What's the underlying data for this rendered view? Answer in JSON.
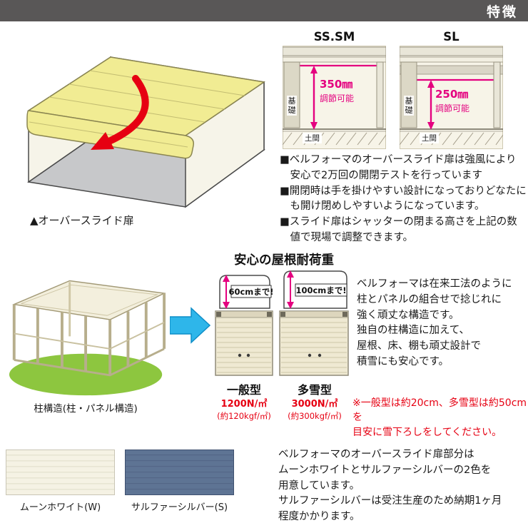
{
  "header": {
    "title": "特徴"
  },
  "palette": {
    "header_bar": "#595757",
    "magenta": "#e4007f",
    "red": "#e60012",
    "arrow_blue": "#2eb6ea",
    "door_yellow": "#f1ec93",
    "grass_green": "#8dc63f",
    "moon_white": "#f3f0e0",
    "sulfur_silver": "#5b7090"
  },
  "top_section": {
    "door_caption": "▲オーバースライド扉",
    "diagrams": [
      {
        "label": "SS.SM",
        "adjust_value": "350㎜",
        "adjust_text": "調節可能",
        "foundation_label": "基礎",
        "ground_label": "土間"
      },
      {
        "label": "SL",
        "adjust_value": "250㎜",
        "adjust_text": "調節可能",
        "foundation_label": "基礎",
        "ground_label": "土間"
      }
    ],
    "bullets": [
      "■ベルフォーマのオーバースライド扉は強風により安心で2万回の開閉テストを行っています",
      "■開閉時は手を掛けやすい設計になっておりどなたにも開け閉めしやすいようになっています。",
      "■スライド扉はシャッターの閉まる高さを上記の数値で現場で調整できます。"
    ]
  },
  "roof_section": {
    "heading": "安心の屋根耐荷重",
    "structure_caption": "柱構造(柱・パネル構造)",
    "types": [
      {
        "snow_limit": "60cmまで!",
        "name": "一般型",
        "load": "1200N/㎡",
        "load_kgf": "(約120kgf/㎡)"
      },
      {
        "snow_limit": "100cmまで!",
        "name": "多雪型",
        "load": "3000N/㎡",
        "load_kgf": "(約300kgf/㎡)"
      }
    ],
    "description_lines": [
      "ベルフォーマは在来工法のように",
      "柱とパネルの組合せで捻じれに",
      "強く頑丈な構造です。",
      "独自の柱構造に加えて、",
      "屋根、床、棚も頑丈設計で",
      "積雪にも安心です。"
    ],
    "note_lines": [
      "※一般型は約20cm、多雪型は約50cmを",
      "目安に雪下ろしをしてください。"
    ]
  },
  "color_section": {
    "swatches": [
      {
        "name": "ムーンホワイト(W)"
      },
      {
        "name": "サルファーシルバー(S)"
      }
    ],
    "description_lines": [
      "ベルフォーマのオーバースライド扉部分は",
      "ムーンホワイトとサルファーシルバーの2色を",
      "用意しています。",
      "サルファーシルバーは受注生産のため納期1ヶ月",
      "程度かかります。"
    ]
  }
}
